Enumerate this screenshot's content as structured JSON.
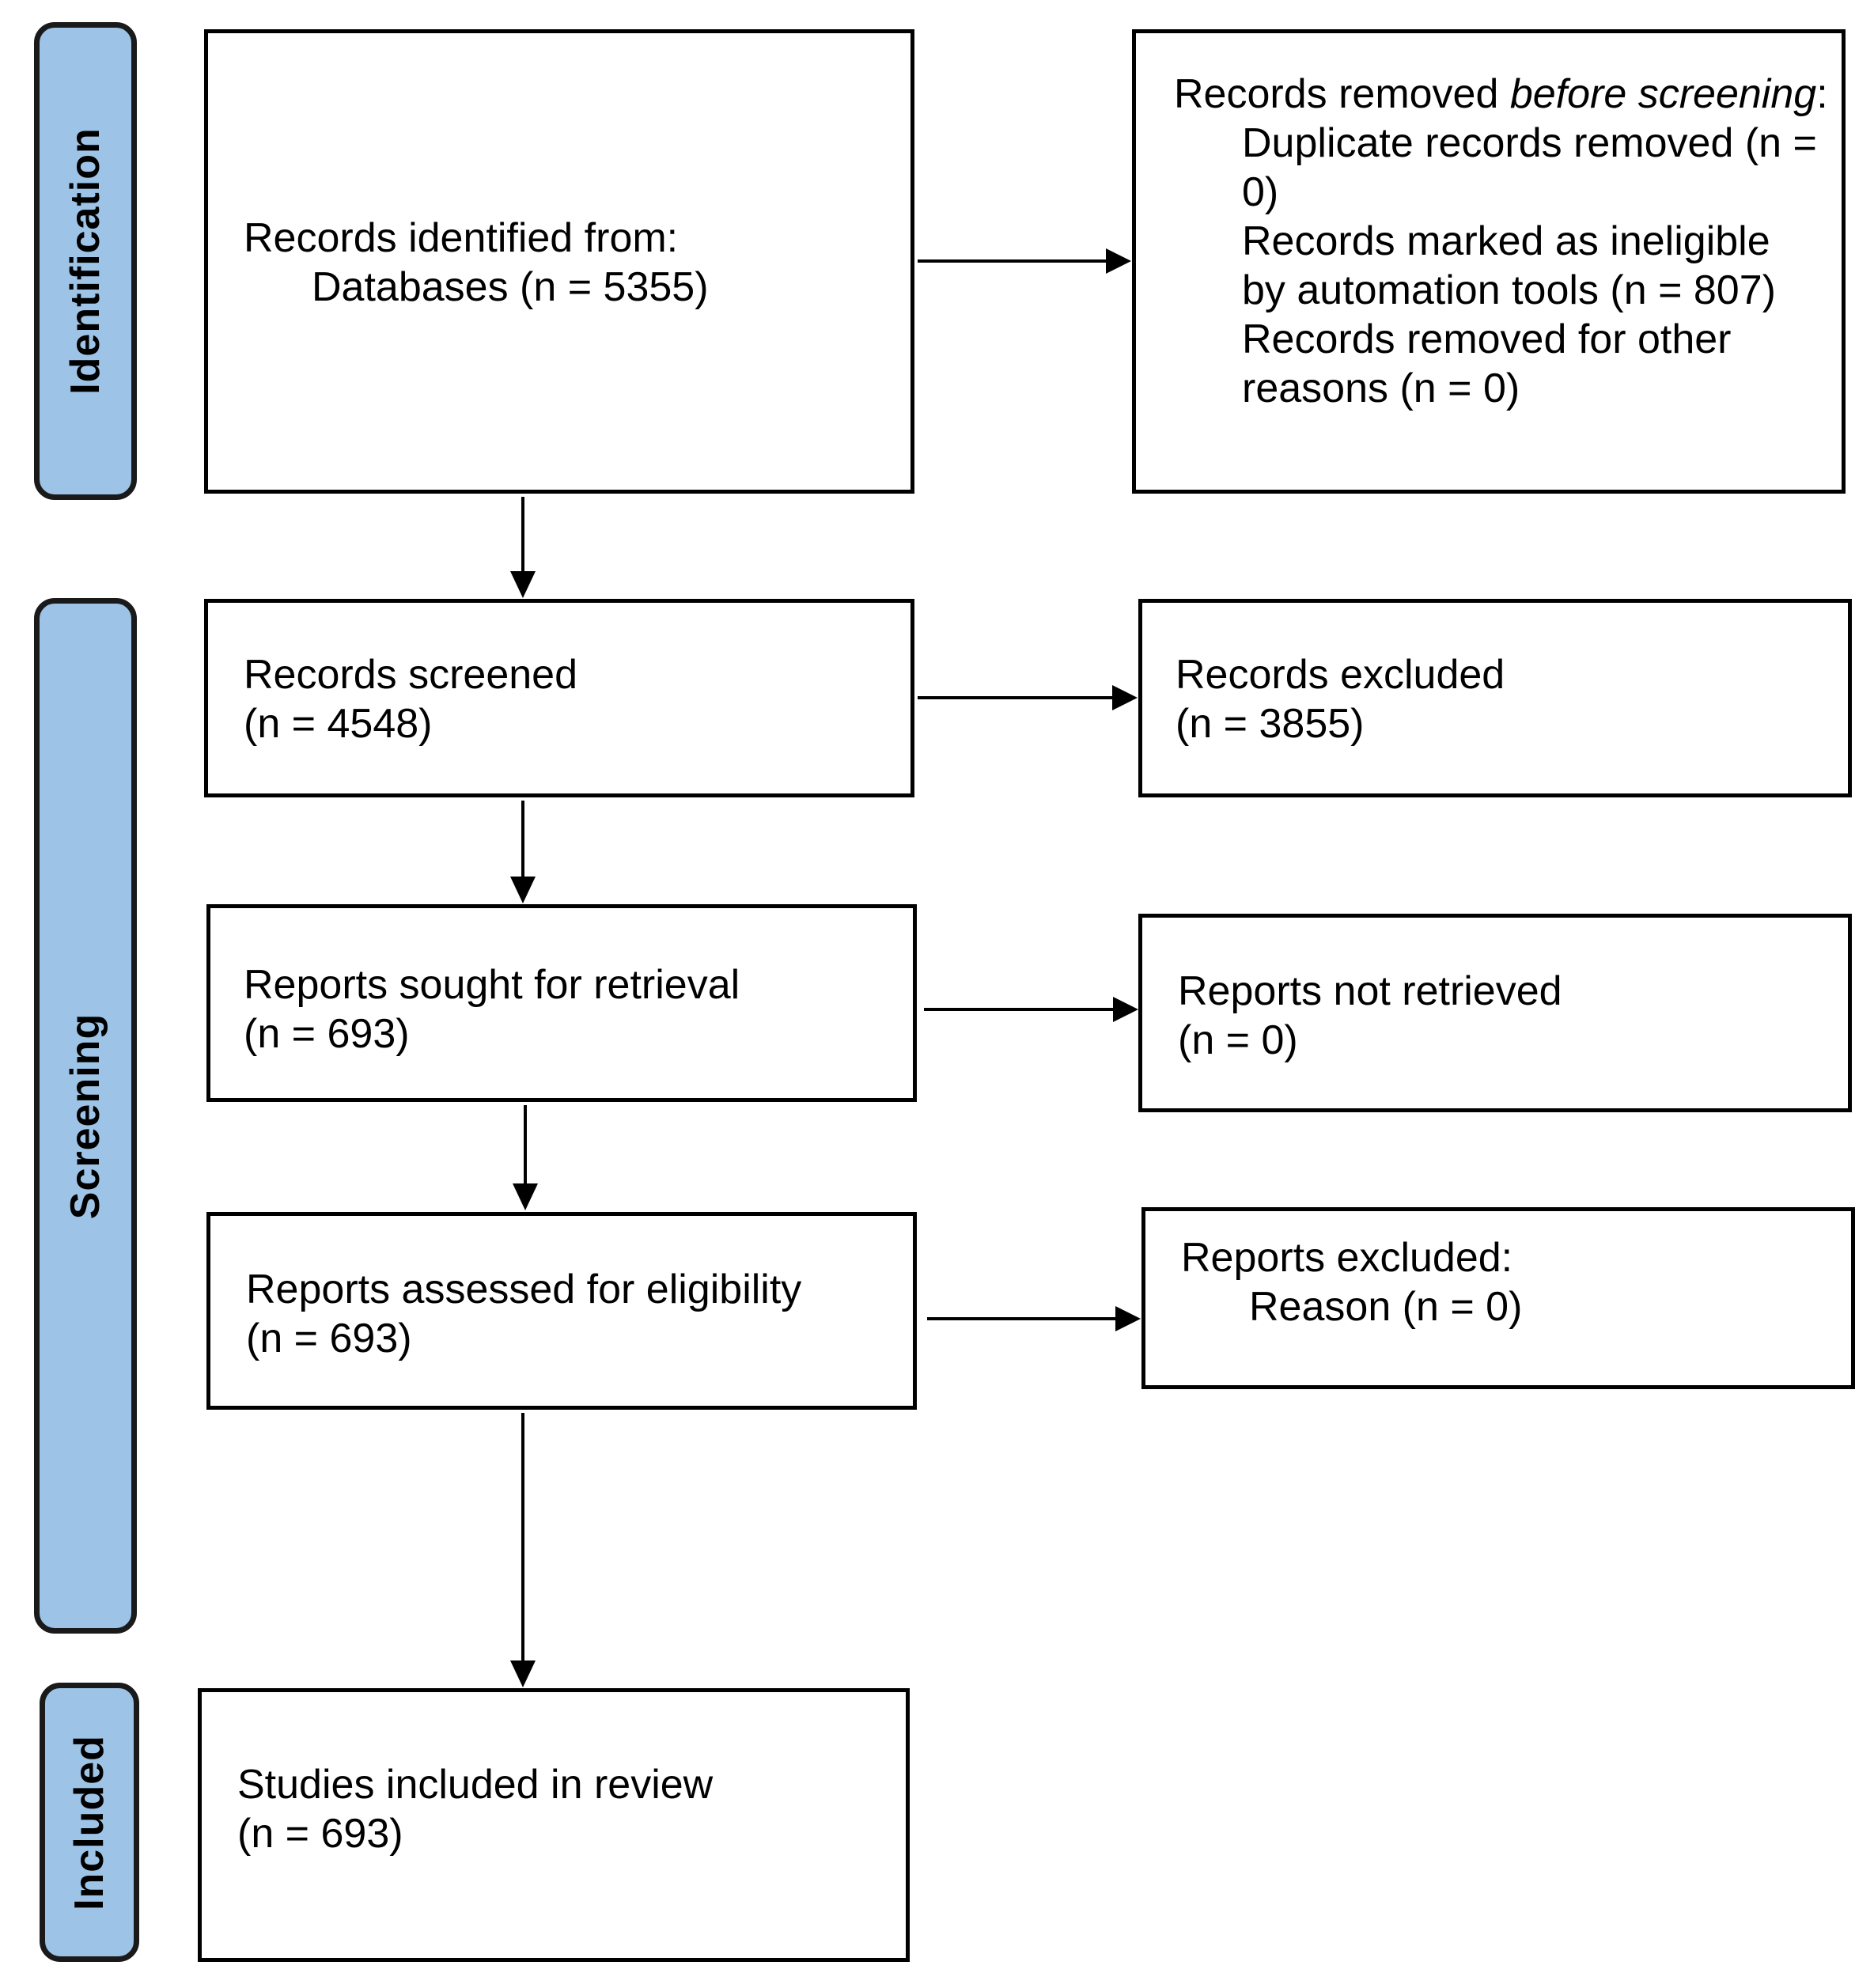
{
  "phases": {
    "identification": "Identification",
    "screening": "Screening",
    "included": "Included"
  },
  "boxes": {
    "identified": {
      "title": "Records identified from:",
      "databases": "Databases (n = 5355)"
    },
    "removed_before": {
      "title_prefix": "Records removed ",
      "title_italic": "before screening",
      "title_suffix": ":",
      "duplicate": "Duplicate records removed (n = 0)",
      "ineligible": "Records marked as ineligible by automation tools (n = 807)",
      "other": "Records removed for other reasons (n = 0)"
    },
    "screened": {
      "title": "Records screened",
      "count": "(n = 4548)"
    },
    "excluded": {
      "title": "Records excluded",
      "count": "(n = 3855)"
    },
    "sought": {
      "title": "Reports sought for retrieval",
      "count": "(n = 693)"
    },
    "not_retrieved": {
      "title": "Reports not retrieved",
      "count": "(n = 0)"
    },
    "assessed": {
      "title": "Reports assessed for eligibility",
      "count": "(n = 693)"
    },
    "reports_excluded": {
      "title": "Reports excluded:",
      "reason": "Reason (n = 0)"
    },
    "included": {
      "title": "Studies included in review",
      "count": "(n = 693)"
    }
  }
}
